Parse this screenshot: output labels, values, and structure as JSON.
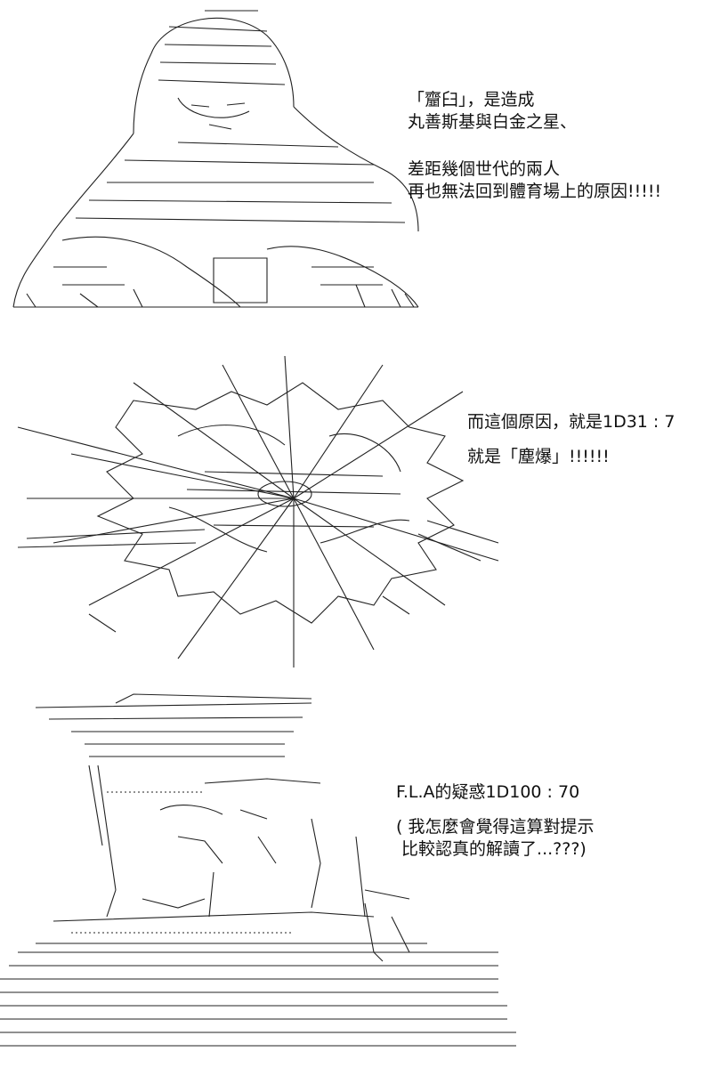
{
  "panels": [
    {
      "lines": [
        "「齏臼」，是造成",
        "丸善斯基與白金之星、",
        "差距幾個世代的兩人",
        "再也無法回到體育場上的原因!!!!!"
      ]
    },
    {
      "lines": [
        "而這個原因，就是1D31 : 7",
        "就是「塵爆」!!!!!!"
      ]
    },
    {
      "lines": [
        "F.L.A的疑惑1D100 : 70",
        "( 我怎麼會覺得這算對提示",
        " 比較認真的解讀了...???)"
      ]
    }
  ]
}
